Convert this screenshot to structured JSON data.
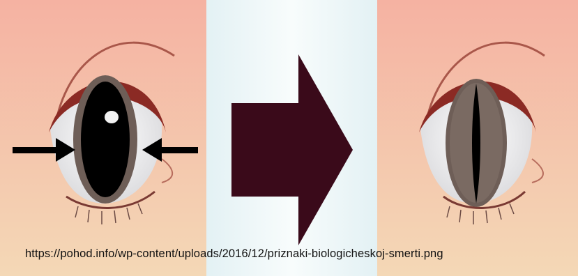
{
  "caption": {
    "source_url": "https://pohod.info/wp-content/uploads/2016/12/priznaki-biologicheskoj-smerti.png"
  },
  "panels": [
    {
      "id": "before",
      "icon": "eye-round-pupil-icon",
      "pupil": "round"
    },
    {
      "id": "transition",
      "icon": "right-arrow-icon"
    },
    {
      "id": "after",
      "icon": "eye-slit-pupil-icon",
      "pupil": "slit"
    }
  ],
  "colors": {
    "skin_top": "#f6b9a7",
    "skin_bottom": "#f3d2b2",
    "middle_bg": "#eef6f8",
    "arrow": "#3a0a1a",
    "eyelid": "#8b2a24",
    "iris_outer": "#6b5a53",
    "pupil": "#000000",
    "press_arrows": "#000000"
  }
}
